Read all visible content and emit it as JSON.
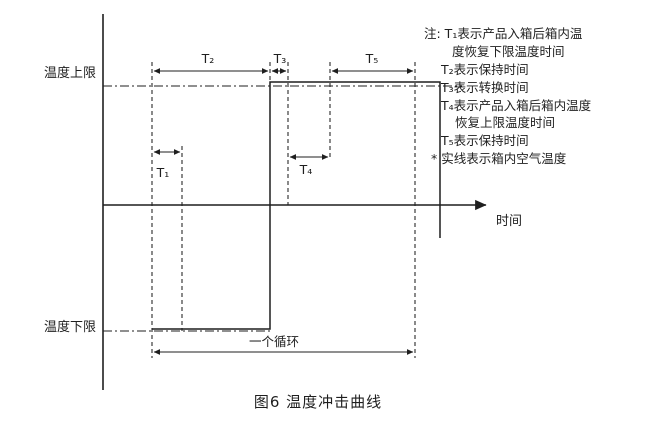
{
  "figure": {
    "caption": "图6  温度冲击曲线",
    "y_axis": {
      "upper_label": "温度上限",
      "lower_label": "温度下限"
    },
    "x_axis": {
      "label": "时间"
    },
    "intervals": {
      "t1": "T₁",
      "t2": "T₂",
      "t3": "T₃",
      "t4": "T₄",
      "t5": "T₅",
      "cycle": "一个循环"
    },
    "notes": [
      "注: T₁表示产品入箱后箱内温",
      "度恢复下限温度时间",
      "T₂表示保持时间",
      "T₃表示转换时间",
      "T₄表示产品入箱后箱内温度",
      "恢复上限温度时间",
      "T₅表示保持时间",
      "* 实线表示箱内空气温度"
    ]
  },
  "colors": {
    "ink": "#1f1f1f",
    "background": "#ffffff"
  }
}
